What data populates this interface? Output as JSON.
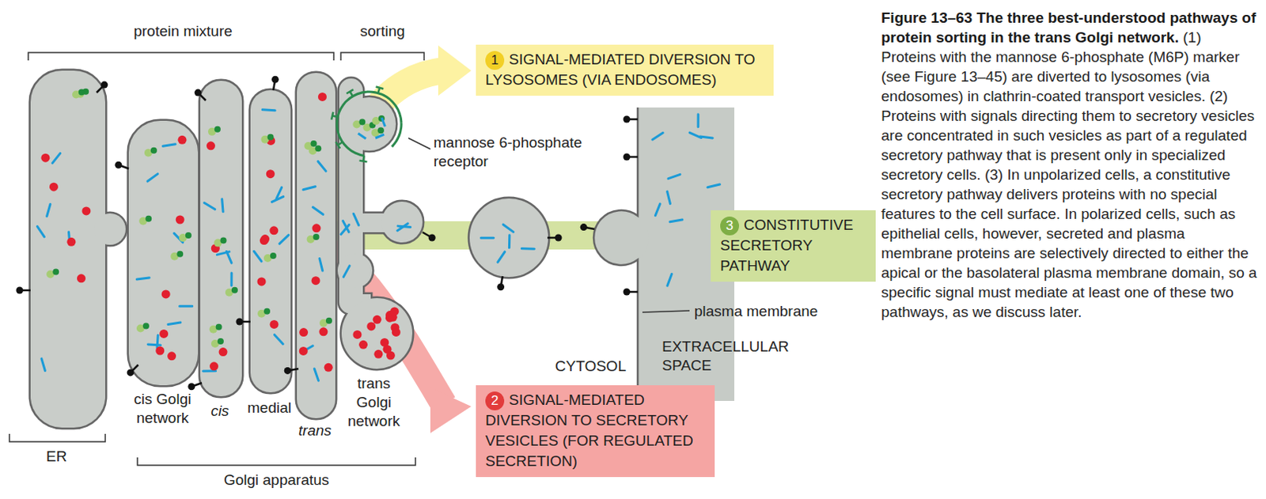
{
  "diagram": {
    "title": "Figure 13–63 The three best-understood pathways of protein sorting in the trans Golgi network.",
    "caption": "(1) Proteins with the mannose 6-phosphate (M6P) marker (see Figure 13–45) are diverted to lysosomes (via endosomes) in clathrin-coated transport vesicles. (2) Proteins with signals directing them to secretory vesicles are concentrated in such vesicles as part of a regulated secretory pathway that is present only in specialized secretory cells. (3) In unpolarized cells, a constitutive secretory pathway delivers proteins with no special features to the cell surface. In polarized cells, such as epithelial cells, however, secreted and plasma membrane proteins are selectively directed to either the apical or the basolateral plasma membrane domain, so a specific signal must mediate at least one of these two pathways, as we discuss later.",
    "nodes": [
      {
        "text": [
          "1",
          "SIGNAL-MEDIATED DIVERSION TO LYSOSOMES (VIA ENDOSOMES)"
        ]
      },
      {
        "text": [
          "3",
          "CONSTITUTIVE SECRETORY PATHWAY"
        ]
      },
      {
        "text": [
          "2",
          "SIGNAL-MEDIATED DIVERSION TO SECRETORY VESICLES (FOR REGULATED SECRETION)"
        ]
      }
    ],
    "labels": [
      "protein mixture",
      "sorting",
      "mannose 6-phosphate receptor",
      "plasma membrane",
      "CYTOSOL",
      "EXTRACELLULAR SPACE",
      "trans Golgi network",
      "cis Golgi network",
      "cis",
      "medial",
      "trans",
      "ER",
      "Golgi apparatus"
    ]
  }
}
